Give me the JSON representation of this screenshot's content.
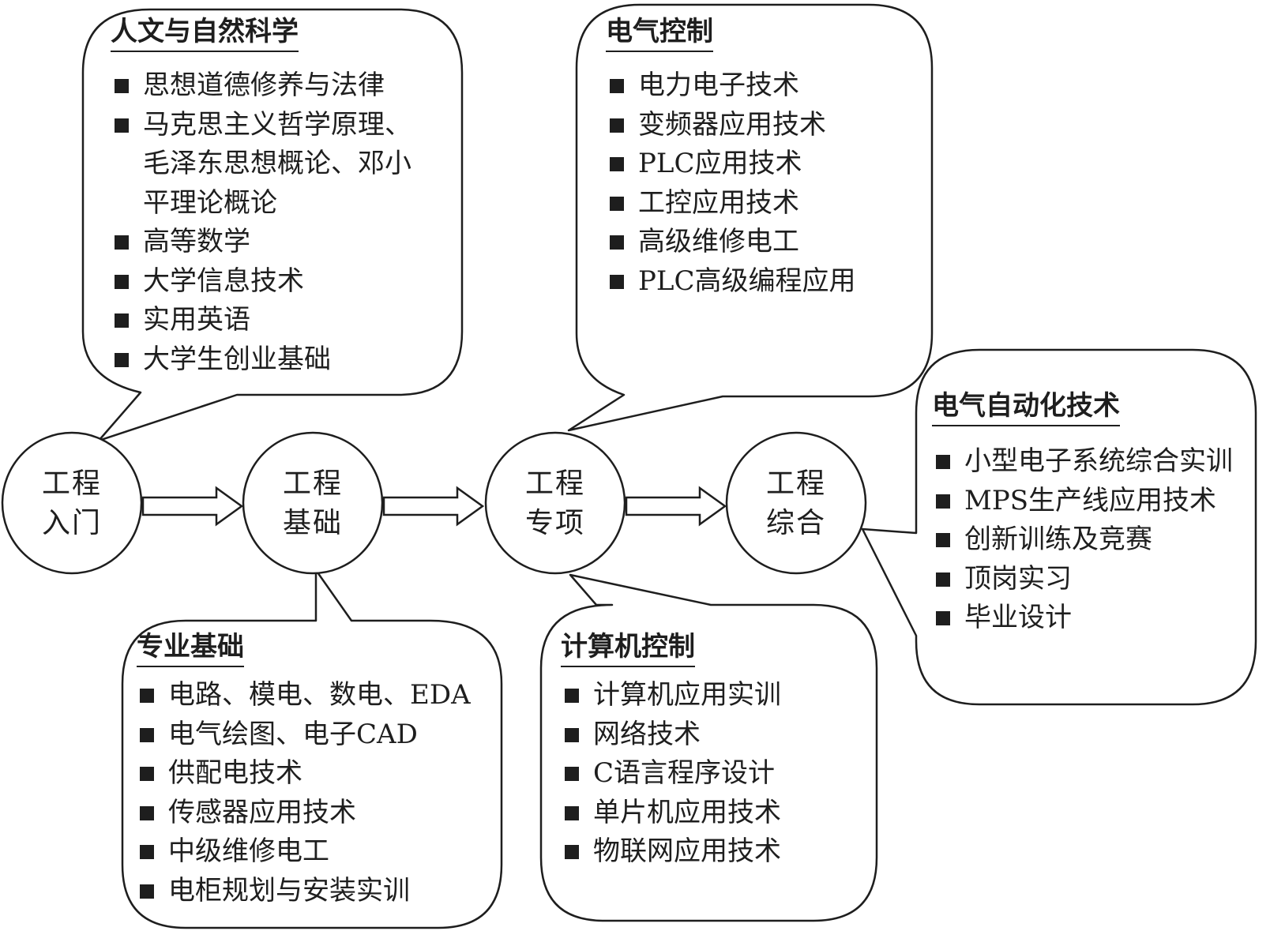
{
  "stages": [
    {
      "line1": "工程",
      "line2": "入门"
    },
    {
      "line1": "工程",
      "line2": "基础"
    },
    {
      "line1": "工程",
      "line2": "专项"
    },
    {
      "line1": "工程",
      "line2": "综合"
    }
  ],
  "boxes": {
    "humanities": {
      "title": "人文与自然科学",
      "items": [
        {
          "text": "思想道德修养与法律"
        },
        {
          "text": "马克思主义哲学原理、",
          "cont1": "毛泽东思想概论、邓小",
          "cont2": "平理论概论"
        },
        {
          "text": "高等数学"
        },
        {
          "text": "大学信息技术"
        },
        {
          "text": "实用英语"
        },
        {
          "text": "大学生创业基础"
        }
      ]
    },
    "professional_basics": {
      "title": "专业基础",
      "items": [
        {
          "text": "电路、模电、数电、EDA"
        },
        {
          "text": "电气绘图、电子CAD"
        },
        {
          "text": "供配电技术"
        },
        {
          "text": "传感器应用技术"
        },
        {
          "text": "中级维修电工"
        },
        {
          "text": "电柜规划与安装实训"
        }
      ]
    },
    "electrical_control": {
      "title": "电气控制",
      "items": [
        {
          "text": "电力电子技术"
        },
        {
          "text": "变频器应用技术"
        },
        {
          "text": "PLC应用技术"
        },
        {
          "text": "工控应用技术"
        },
        {
          "text": "高级维修电工"
        },
        {
          "text": "PLC高级编程应用"
        }
      ]
    },
    "computer_control": {
      "title": "计算机控制",
      "items": [
        {
          "text": "计算机应用实训"
        },
        {
          "text": "网络技术"
        },
        {
          "text": "C语言程序设计"
        },
        {
          "text": "单片机应用技术"
        },
        {
          "text": "物联网应用技术"
        }
      ]
    },
    "electrical_automation": {
      "title": "电气自动化技术",
      "items": [
        {
          "text": "小型电子系统综合实训"
        },
        {
          "text": "MPS生产线应用技术"
        },
        {
          "text": "创新训练及竞赛"
        },
        {
          "text": "顶岗实习"
        },
        {
          "text": "毕业设计"
        }
      ]
    }
  },
  "colors": {
    "ink": "#1e1e1e",
    "background": "#ffffff"
  }
}
